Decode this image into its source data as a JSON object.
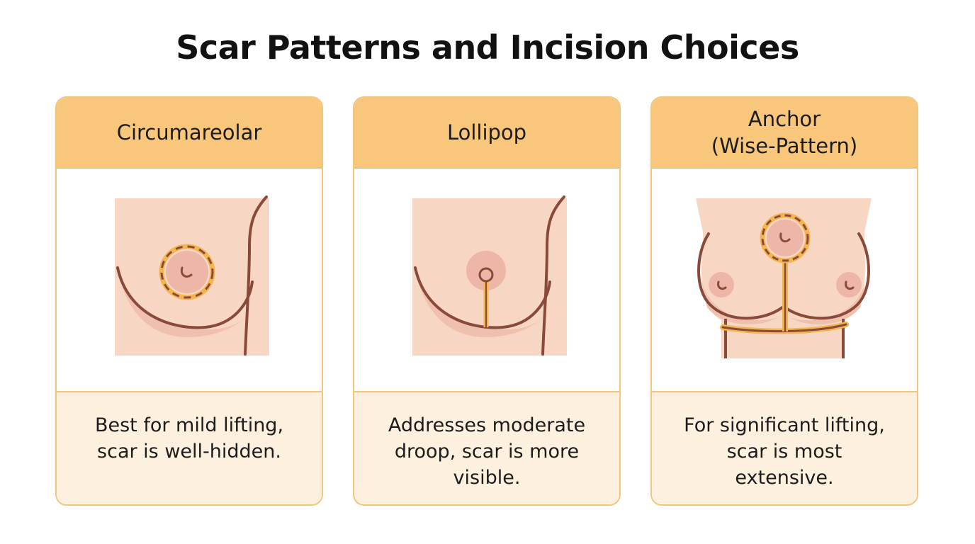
{
  "title": "Scar Patterns and Incision Choices",
  "colors": {
    "header": "#f9c77c",
    "footer": "#fdf0df",
    "border": "#f1c582",
    "skin": "#f7d7c4",
    "skin_shade": "#efc0ae",
    "areola": "#eeb6a6",
    "outline": "#8a4a3a",
    "incision": "#f3b54f"
  },
  "cards": [
    {
      "heading": [
        "Circumareolar"
      ],
      "description": [
        "Best for mild lifting,",
        "scar is well-hidden."
      ],
      "icon": "circumareolar-incision-diagram"
    },
    {
      "heading": [
        "Lollipop"
      ],
      "description": [
        "Addresses moderate",
        "droop, scar is more",
        "visible."
      ],
      "icon": "lollipop-incision-diagram"
    },
    {
      "heading": [
        "Anchor",
        "(Wise-Pattern)"
      ],
      "description": [
        "For significant lifting,",
        "scar is most",
        "extensive."
      ],
      "icon": "anchor-incision-diagram"
    }
  ]
}
